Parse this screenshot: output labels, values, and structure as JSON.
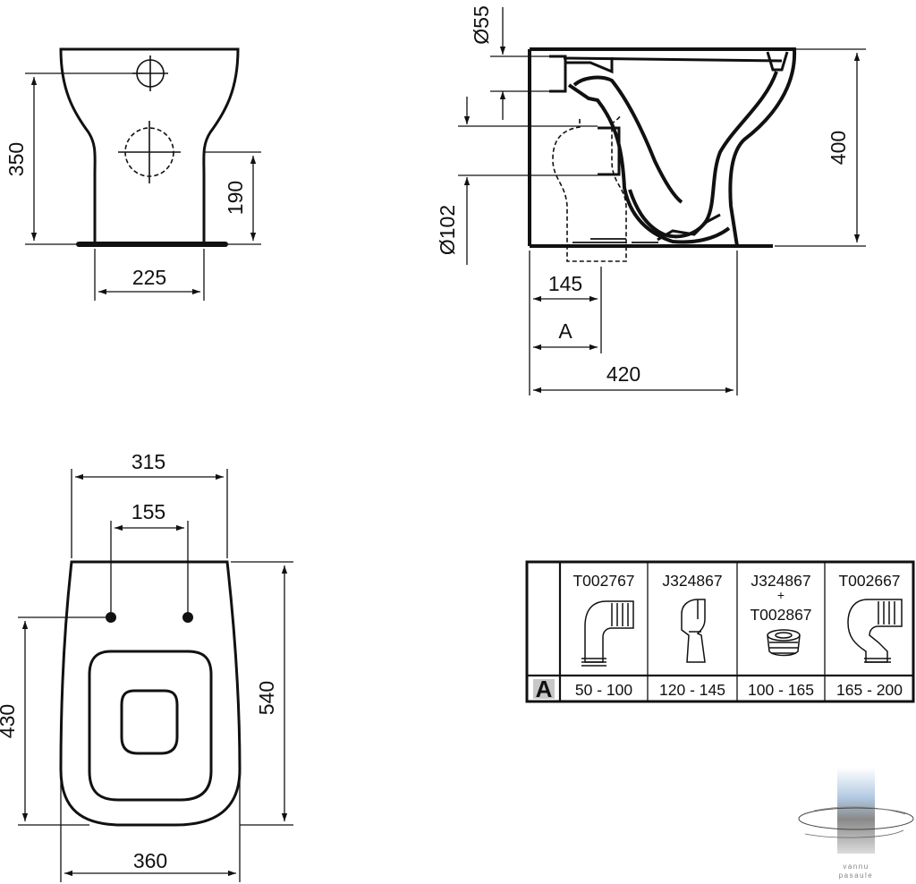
{
  "colors": {
    "line": "#111111",
    "background": "#ffffff",
    "logo_blue": "#5a7fa8",
    "logo_gray": "#8a8a8a"
  },
  "front_view": {
    "height_total": "350",
    "height_outlet": "190",
    "foot_width": "225"
  },
  "side_view": {
    "inlet_diameter": "Ø55",
    "outlet_diameter": "Ø102",
    "height": "400",
    "outlet_offset": "145",
    "connector_offset": "A",
    "depth": "420"
  },
  "top_view": {
    "width_top": "315",
    "fixing_distance": "155",
    "fixing_depth": "430",
    "length": "540",
    "width_bottom": "360"
  },
  "connector_table": {
    "row_header": "A",
    "columns": [
      {
        "code": "T002767",
        "code2": "",
        "plus": "",
        "range": "50 - 100",
        "icon": "elbow-pan-connector-icon"
      },
      {
        "code": "J324867",
        "code2": "",
        "plus": "",
        "range": "120 - 145",
        "icon": "offset-pan-connector-icon"
      },
      {
        "code": "J324867",
        "code2": "T002867",
        "plus": "+",
        "range": "100 - 165",
        "icon": "pan-connector-with-seal-icon"
      },
      {
        "code": "T002667",
        "code2": "",
        "plus": "",
        "range": "165 - 200",
        "icon": "long-elbow-pan-connector-icon"
      }
    ]
  },
  "watermark": {
    "text1": "vannu",
    "text2": "pasaule"
  }
}
